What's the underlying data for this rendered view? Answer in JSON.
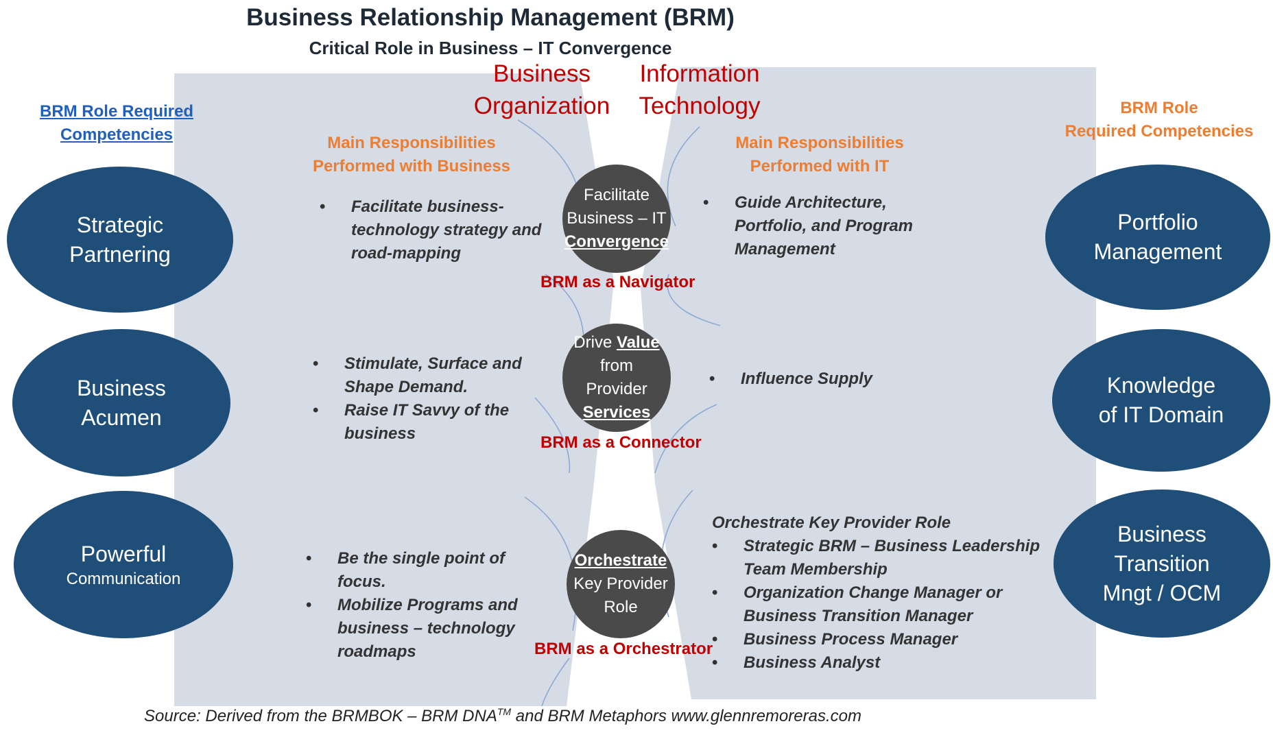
{
  "title": "Business Relationship Management (BRM)",
  "subtitle": "Critical Role in Business – IT Convergence",
  "columns": {
    "business_line1": "Business",
    "business_line2": "Organization",
    "it_line1": "Information",
    "it_line2": "Technology"
  },
  "left_competency_header": {
    "line1": "BRM Role Required",
    "line2": "Competencies"
  },
  "right_competency_header": {
    "line1": "BRM Role",
    "line2": "Required Competencies"
  },
  "left_resp_header": {
    "line1": "Main Responsibilities",
    "line2": "Performed with Business"
  },
  "right_resp_header": {
    "line1": "Main Responsibilities",
    "line2": "Performed with IT"
  },
  "left_competencies": [
    {
      "line1": "Strategic",
      "line2": "Partnering"
    },
    {
      "line1": "Business",
      "line2": "Acumen"
    },
    {
      "line1": "Powerful",
      "line2": "Communication"
    }
  ],
  "right_competencies": [
    {
      "line1": "Portfolio",
      "line2": "Management"
    },
    {
      "line1": "Knowledge",
      "line2": "of IT Domain"
    },
    {
      "line1": "Business",
      "line2": "Transition",
      "line3": "Mngt / OCM"
    }
  ],
  "center_roles": [
    {
      "line1": "Facilitate",
      "line2": "Business – IT",
      "line3": "Convergence",
      "role": "BRM as a Navigator"
    },
    {
      "line1a": "Drive ",
      "line1b": "Value",
      "line2": "from",
      "line3": "Provider",
      "line4": "Services",
      "role": "BRM as a Connector"
    },
    {
      "line1": "Orchestrate",
      "line2": "Key Provider",
      "line3": "Role",
      "role": "BRM as a Orchestrator"
    }
  ],
  "business_responsibilities": [
    [
      "Facilitate business-technology strategy and road-mapping"
    ],
    [
      "Stimulate, Surface and Shape Demand.",
      "Raise IT Savvy of the business"
    ],
    [
      "Be the single point of focus.",
      "Mobilize Programs and business – technology roadmaps"
    ]
  ],
  "it_responsibilities": {
    "row1": [
      "Guide Architecture, Portfolio, and Program Management"
    ],
    "row2": [
      "Influence Supply"
    ],
    "row3_heading": "Orchestrate Key Provider Role",
    "row3": [
      "Strategic BRM – Business Leadership Team Membership",
      "Organization Change Manager or Business Transition Manager",
      "Business Process Manager",
      "Business Analyst"
    ]
  },
  "source": {
    "text_a": "Source: Derived from the BRMBOK – BRM DNA",
    "sup": "TM",
    "text_b": " and BRM Metaphors  www.glennremoreras.com"
  },
  "colors": {
    "panel": "#d6dce5",
    "ellipse": "#1f4e79",
    "circle": "#4a4a4a",
    "role_red": "#c00000",
    "orange": "#ed7d31",
    "link_blue": "#1f5fbf",
    "arc": "#8eaad2"
  }
}
